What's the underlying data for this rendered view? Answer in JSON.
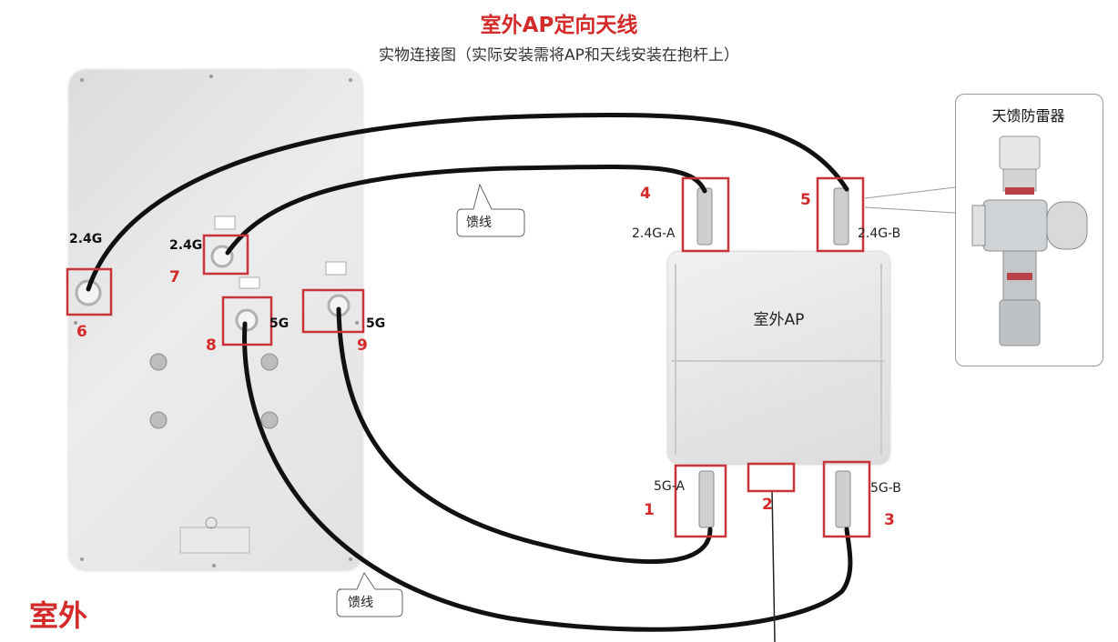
{
  "title": "室外AP定向天线",
  "subtitle": "实物连接图（实际安装需将AP和天线安装在抱杆上）",
  "outdoor_label": "室外",
  "ap_label": "室外AP",
  "feeder_label": "馈线",
  "feeder_label_2": "馈线",
  "arrester_title": "天馈防雷器",
  "antenna_ports": {
    "p24a": "2.4G",
    "p24b": "2.4G",
    "p5a": "5G",
    "p5b": "5G"
  },
  "ap_ports": {
    "a24": "2.4G-A",
    "b24": "2.4G-B",
    "a5": "5G-A",
    "b5": "5G-B"
  },
  "numbers": [
    "1",
    "2",
    "3",
    "4",
    "5",
    "6",
    "7",
    "8",
    "9"
  ],
  "colors": {
    "accent_red": "#d42a2a",
    "box_red": "#c8343a",
    "cable": "#111111"
  }
}
